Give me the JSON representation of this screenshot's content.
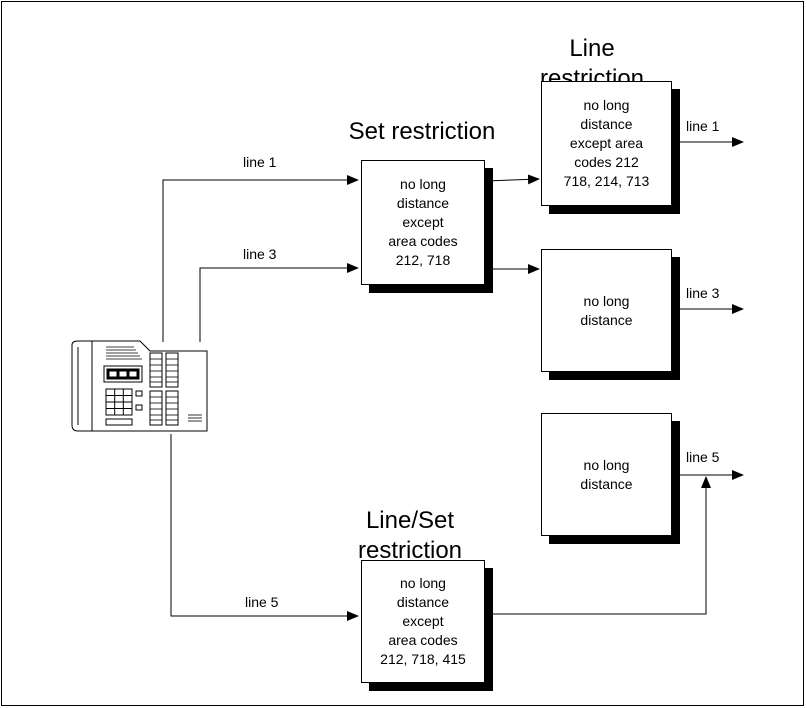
{
  "headings": {
    "line_restriction": "Line restriction",
    "set_restriction": "Set restriction",
    "line_set_restriction": "Line/Set\nrestriction"
  },
  "line_labels": {
    "in_line1": "line 1",
    "in_line3": "line 3",
    "in_line5": "line 5",
    "out_line1": "line 1",
    "out_line3": "line 3",
    "out_line5": "line 5"
  },
  "boxes": {
    "set_box": "no long\ndistance\nexcept\narea codes\n212, 718",
    "line1_box": "no long\ndistance\nexcept area\ncodes 212\n718, 214, 713",
    "line3_box": "no long\ndistance",
    "line5_box": "no long\ndistance",
    "lineset_box": "no long\ndistance\nexcept\narea codes\n212, 718, 415"
  },
  "icons": {
    "telephone": "telephone-icon"
  }
}
